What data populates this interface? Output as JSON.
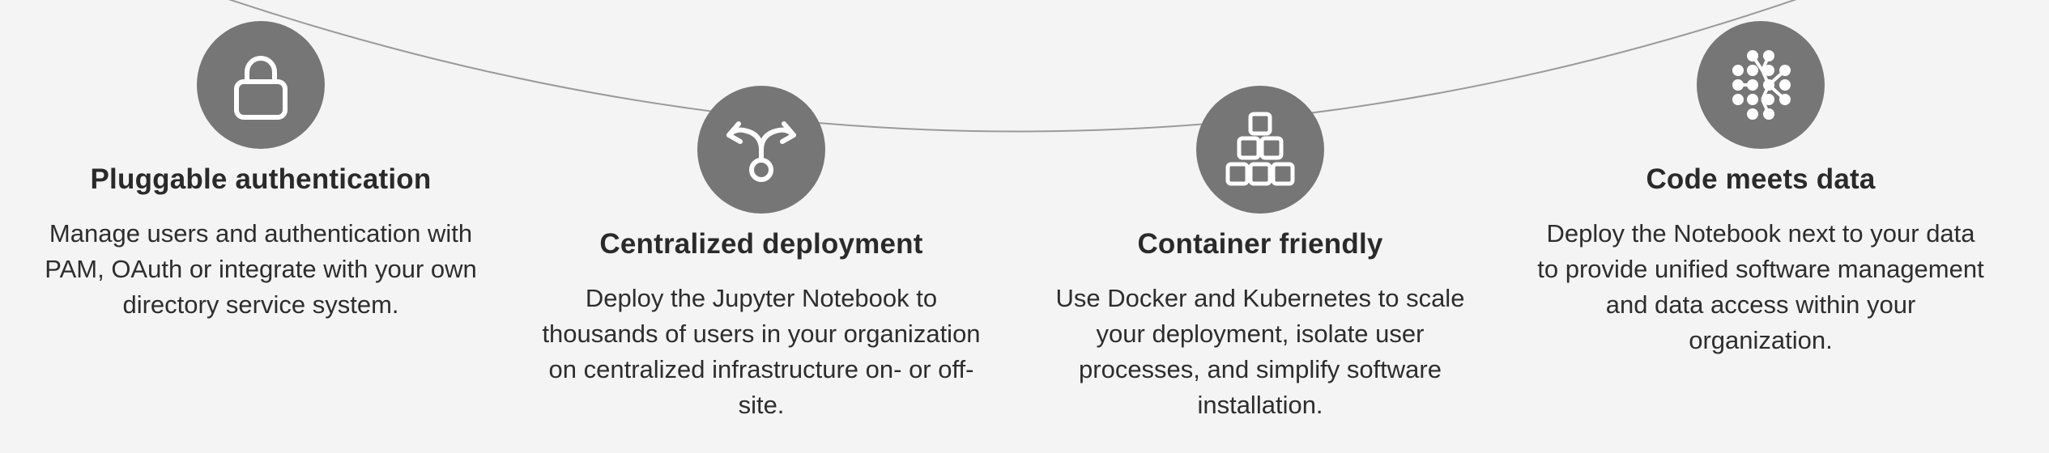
{
  "features": [
    {
      "icon": "lock-icon",
      "title": "Pluggable authentication",
      "description": "Manage users and authentication with PAM, OAuth or integrate with your own directory service system."
    },
    {
      "icon": "fork-arrows-icon",
      "title": "Centralized deployment",
      "description": "Deploy the Jupyter Notebook to thousands of users in your organization on centralized infrastructure on- or off-site."
    },
    {
      "icon": "container-stack-icon",
      "title": "Container friendly",
      "description": "Use Docker and Kubernetes to scale your deployment, isolate user processes, and simplify software installation."
    },
    {
      "icon": "data-network-icon",
      "title": "Code meets data",
      "description": "Deploy the Notebook next to your data to provide unified software management and data access within your organization."
    }
  ],
  "colors": {
    "background": "#f4f4f4",
    "icon_circle": "#767676",
    "icon_stroke": "#ffffff",
    "arc": "#9a9a9a",
    "text": "#2a2a2a"
  }
}
